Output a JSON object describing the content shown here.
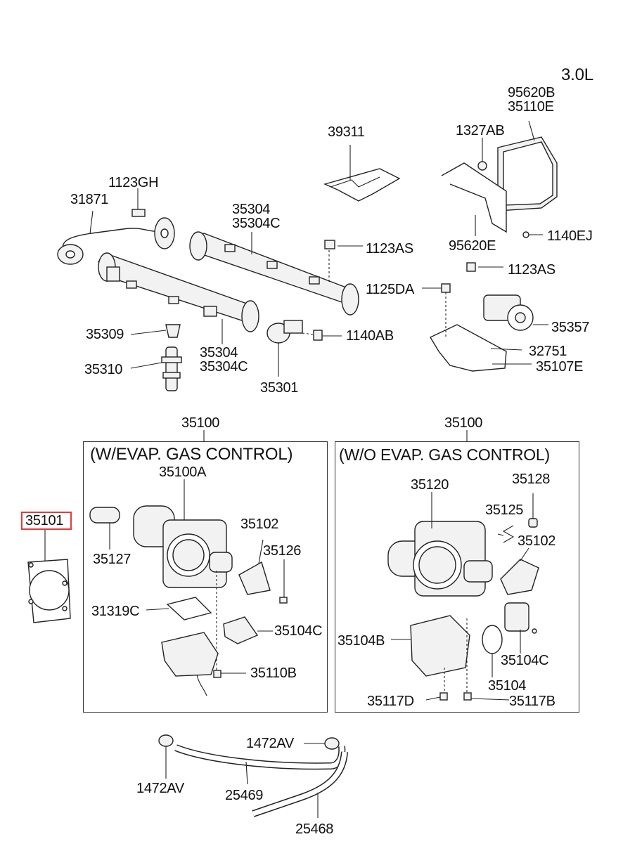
{
  "engine": "3.0L",
  "labels": {
    "p95620B": "95620B",
    "p35110E": "35110E",
    "p1327AB": "1327AB",
    "p39311": "39311",
    "p1123GH": "1123GH",
    "p31871": "31871",
    "p35304_top": "35304",
    "p35304C_top": "35304C",
    "p1123AS_a": "1123AS",
    "p95620E": "95620E",
    "p1140EJ": "1140EJ",
    "p1123AS_b": "1123AS",
    "p1125DA": "1125DA",
    "p35357": "35357",
    "p32751": "32751",
    "p35107E": "35107E",
    "p35309": "35309",
    "p1140AB": "1140AB",
    "p35304_bot": "35304",
    "p35304C_bot": "35304C",
    "p35310": "35310",
    "p35301": "35301",
    "p35100_left": "35100",
    "p35100_right": "35100",
    "p35101": "35101",
    "p35100A": "35100A",
    "p35102_left": "35102",
    "p35127": "35127",
    "p35126": "35126",
    "p31319C": "31319C",
    "p35104C_left": "35104C",
    "p35110B": "35110B",
    "p35120": "35120",
    "p35128": "35128",
    "p35125": "35125",
    "p35102_right": "35102",
    "p35104B": "35104B",
    "p35104C_right": "35104C",
    "p35104": "35104",
    "p35117D": "35117D",
    "p35117B": "35117B",
    "p1472AV_a": "1472AV",
    "p1472AV_b": "1472AV",
    "p25469": "25469",
    "p25468": "25468"
  },
  "boxes": {
    "left_title": "(W/EVAP. GAS CONTROL)",
    "right_title": "(W/O EVAP. GAS CONTROL)"
  },
  "highlight_color": "#e23b3b"
}
